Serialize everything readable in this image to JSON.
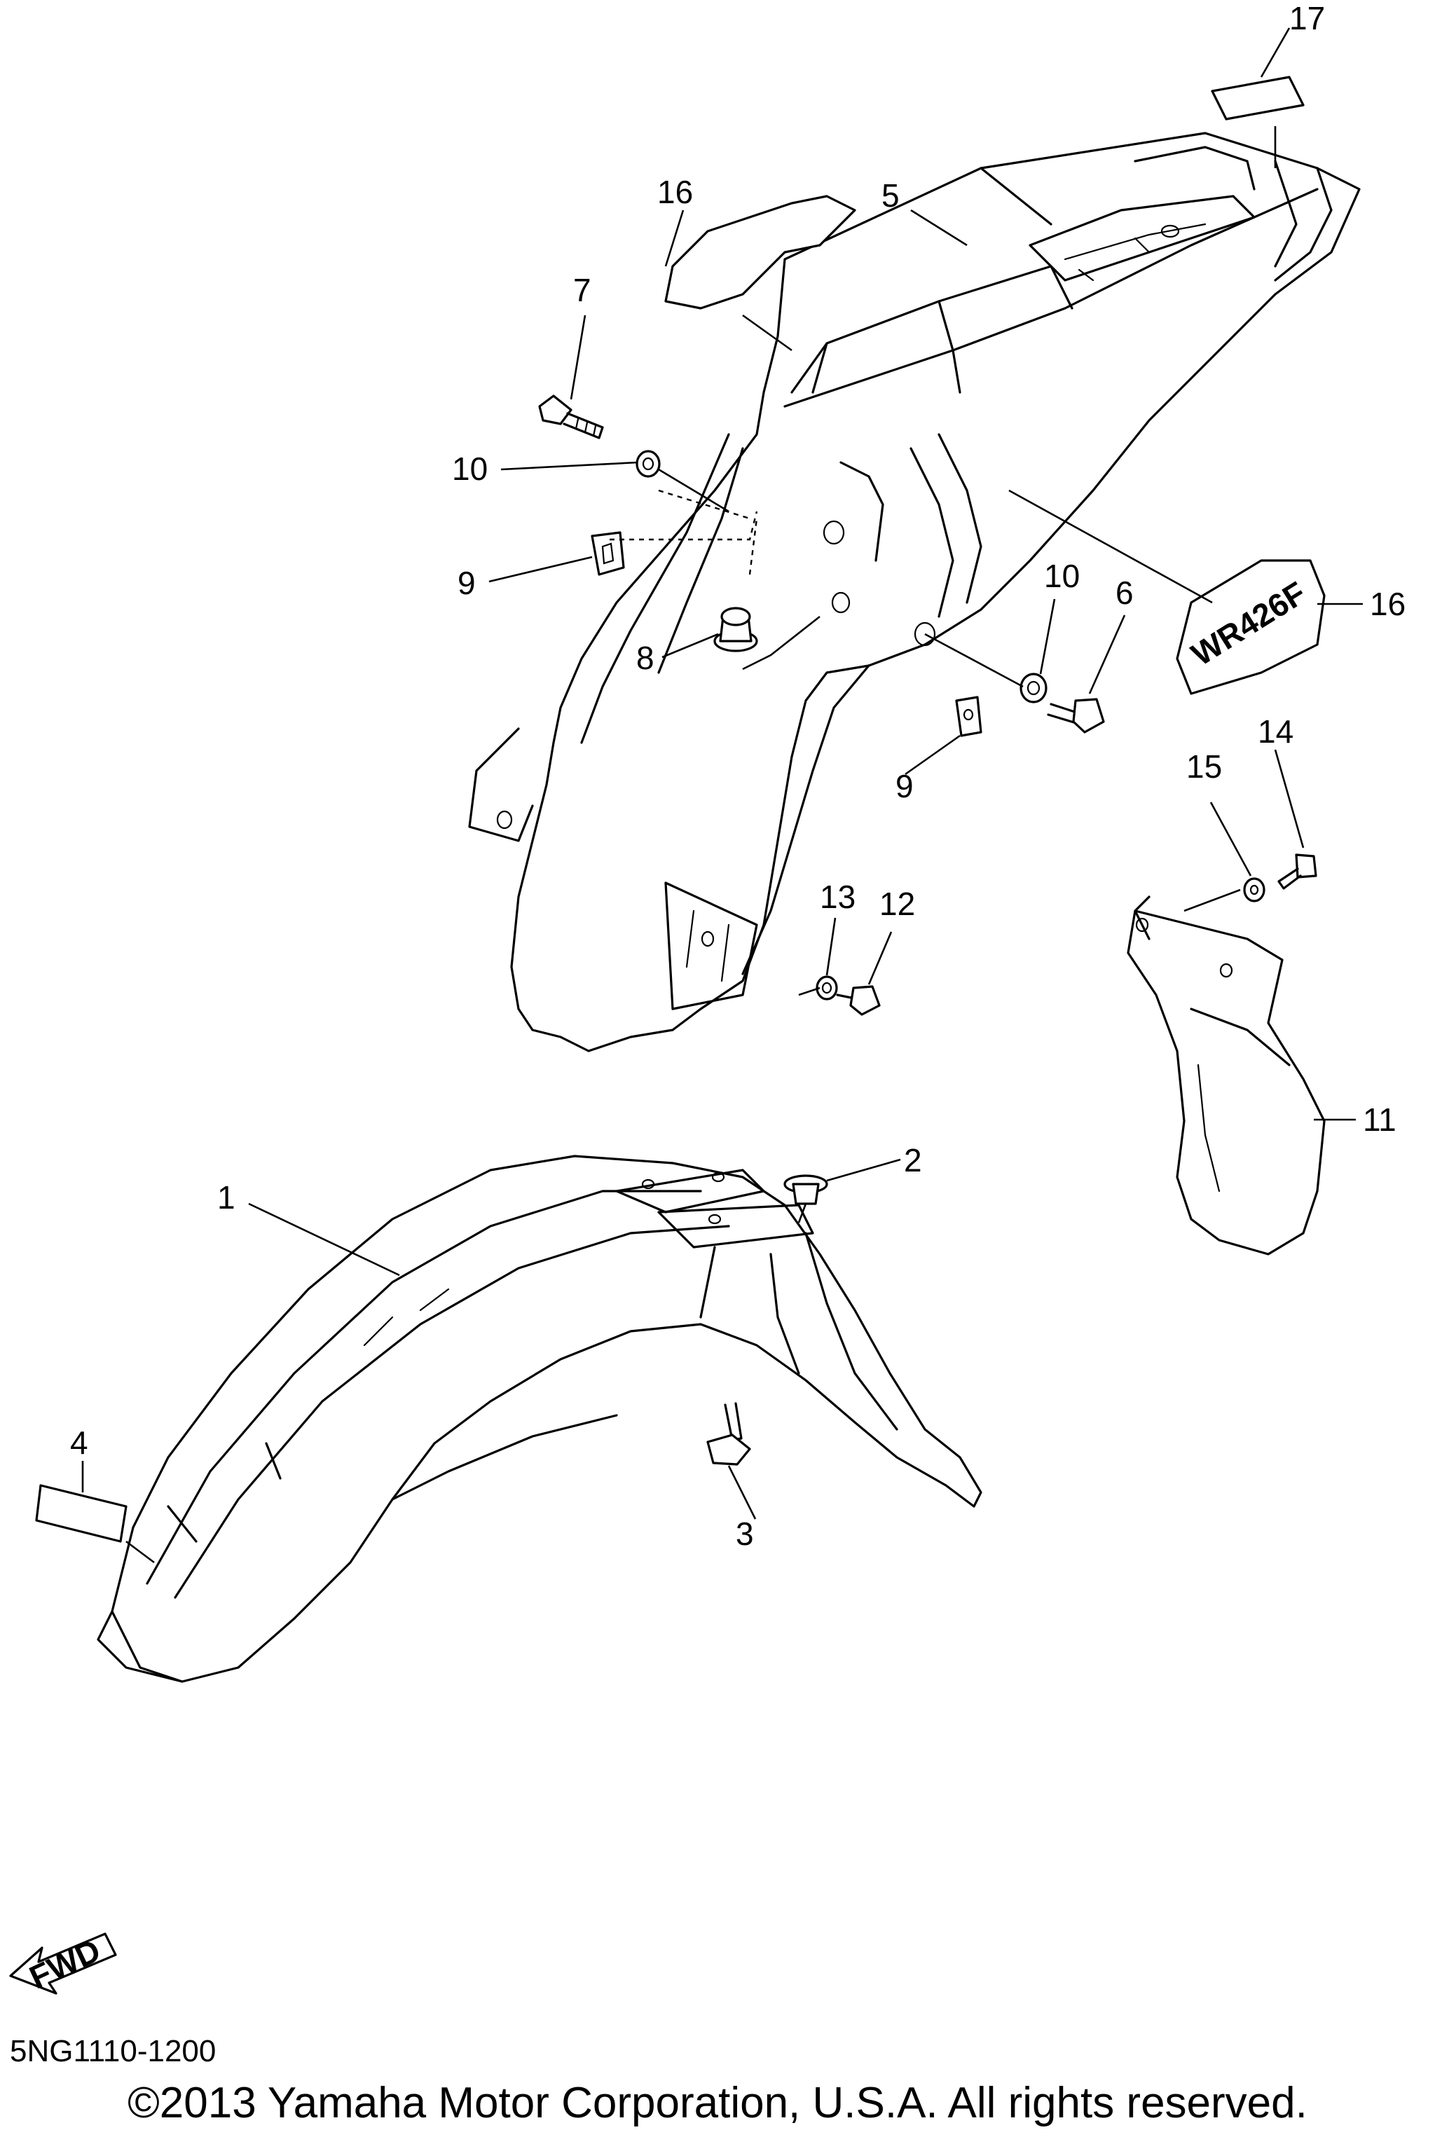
{
  "diagram": {
    "code": "5NG1110-1200",
    "copyright": "©2013 Yamaha Motor Corporation, U.S.A. All rights reserved.",
    "fwd_label": "FWD",
    "decal_text": "WR426F",
    "callouts": {
      "c1": "1",
      "c2": "2",
      "c3": "3",
      "c4": "4",
      "c5": "5",
      "c6": "6",
      "c7": "7",
      "c8": "8",
      "c9a": "9",
      "c9b": "9",
      "c10a": "10",
      "c10b": "10",
      "c11": "11",
      "c12": "12",
      "c13": "13",
      "c14": "14",
      "c15": "15",
      "c16a": "16",
      "c16b": "16",
      "c17": "17"
    }
  }
}
